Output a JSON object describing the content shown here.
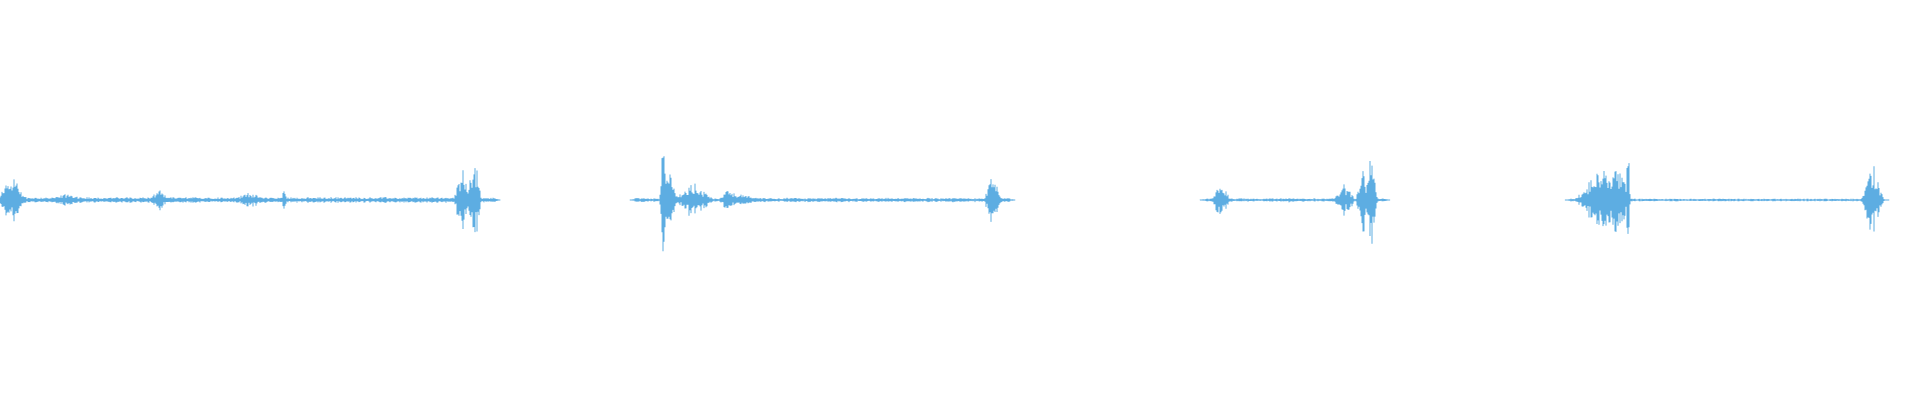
{
  "waveform": {
    "color": "#5DADE2",
    "background": "#FFFFFF",
    "amplitude_max": 1.0,
    "clips": [
      {
        "start": 0.0,
        "end": 0.2604,
        "bursts": [
          {
            "pos": 0.0,
            "width": 0.008,
            "amp": 0.24
          },
          {
            "pos": 0.007,
            "width": 0.007,
            "amp": 0.18
          },
          {
            "pos": 0.035,
            "width": 0.012,
            "amp": 0.05
          },
          {
            "pos": 0.083,
            "width": 0.005,
            "amp": 0.09
          },
          {
            "pos": 0.13,
            "width": 0.01,
            "amp": 0.06
          },
          {
            "pos": 0.148,
            "width": 0.002,
            "amp": 0.08
          },
          {
            "pos": 0.241,
            "width": 0.005,
            "amp": 0.28
          },
          {
            "pos": 0.247,
            "width": 0.004,
            "amp": 0.34
          }
        ],
        "base_amp": 0.02
      },
      {
        "start": 0.3281,
        "end": 0.5286,
        "bursts": [
          {
            "pos": 0.3455,
            "width": 0.002,
            "amp": 0.46
          },
          {
            "pos": 0.3489,
            "width": 0.004,
            "amp": 0.22
          },
          {
            "pos": 0.3615,
            "width": 0.011,
            "amp": 0.14
          },
          {
            "pos": 0.3797,
            "width": 0.006,
            "amp": 0.09
          },
          {
            "pos": 0.3875,
            "width": 0.007,
            "amp": 0.05
          },
          {
            "pos": 0.5172,
            "width": 0.005,
            "amp": 0.2
          }
        ],
        "base_amp": 0.015
      },
      {
        "start": 0.625,
        "end": 0.7239,
        "bursts": [
          {
            "pos": 0.6359,
            "width": 0.005,
            "amp": 0.16
          },
          {
            "pos": 0.6719,
            "width": 0.004,
            "amp": 0.02
          },
          {
            "pos": 0.7004,
            "width": 0.006,
            "amp": 0.12
          },
          {
            "pos": 0.7146,
            "width": 0.003,
            "amp": 0.44
          },
          {
            "pos": 0.7101,
            "width": 0.004,
            "amp": 0.26
          }
        ],
        "base_amp": 0.012
      },
      {
        "start": 0.8151,
        "end": 0.9839,
        "bursts": [
          {
            "pos": 0.8349,
            "width": 0.015,
            "amp": 0.26
          },
          {
            "pos": 0.8479,
            "width": 0.001,
            "amp": 0.58
          },
          {
            "pos": 0.8422,
            "width": 0.008,
            "amp": 0.3
          },
          {
            "pos": 0.9754,
            "width": 0.006,
            "amp": 0.28
          }
        ],
        "base_amp": 0.01
      }
    ]
  }
}
